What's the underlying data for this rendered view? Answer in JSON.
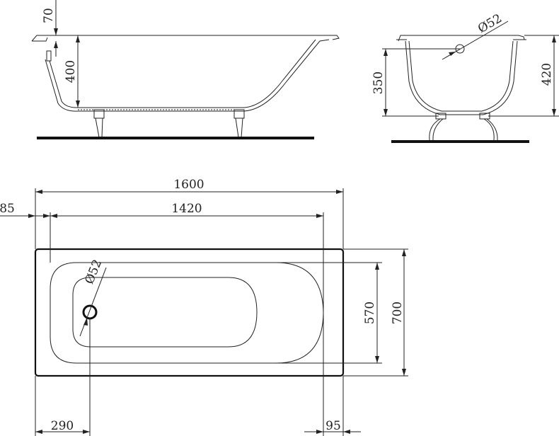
{
  "dimensions": {
    "rim_offset": "70",
    "side_depth": "400",
    "end_depth": "350",
    "end_height": "420",
    "drain_side": "Ø52",
    "drain_plan": "Ø52",
    "overall_length": "1600",
    "inner_length": "1420",
    "offset_left": "85",
    "overall_width": "700",
    "inner_width": "570",
    "drain_offset": "290",
    "right_margin": "95"
  }
}
